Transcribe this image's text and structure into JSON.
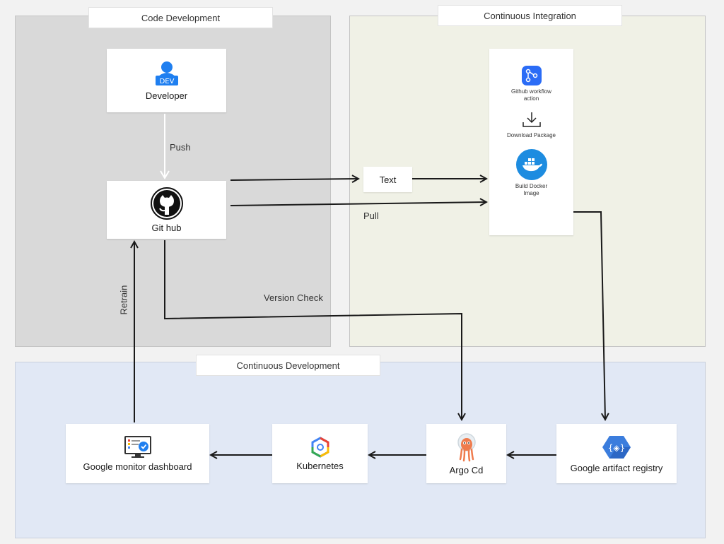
{
  "regions": {
    "code_development": "Code Development",
    "continuous_integration": "Continuous Integration",
    "continuous_development": "Continuous Development"
  },
  "nodes": {
    "developer": {
      "label": "Developer",
      "badge": "DEV",
      "icon": "developer-icon"
    },
    "github": {
      "label": "Git hub",
      "icon": "github-icon"
    },
    "text": {
      "label": "Text"
    },
    "workflow_action": {
      "label": "Github workflow action",
      "icon": "workflow-icon"
    },
    "download_package": {
      "label": "Download Package",
      "icon": "download-icon"
    },
    "build_docker": {
      "label": "Build Docker Image",
      "icon": "docker-icon"
    },
    "google_registry": {
      "label": "Google artifact registry",
      "icon": "artifact-registry-icon"
    },
    "argo_cd": {
      "label": "Argo Cd",
      "icon": "argo-icon"
    },
    "kubernetes": {
      "label": "Kubernetes",
      "icon": "kubernetes-icon"
    },
    "monitor_dashboard": {
      "label": "Google monitor dashboard",
      "icon": "monitor-dashboard-icon"
    }
  },
  "edges": {
    "push": "Push",
    "pull": "Pull",
    "version_check": "Version Check",
    "retrain": "Retrain"
  },
  "colors": {
    "code_region": "#d9d9d9",
    "ci_region": "#f0f1e6",
    "cd_region": "#e1e8f5",
    "accent_blue": "#1f7ff0",
    "arrow": "#1a1a1a"
  }
}
